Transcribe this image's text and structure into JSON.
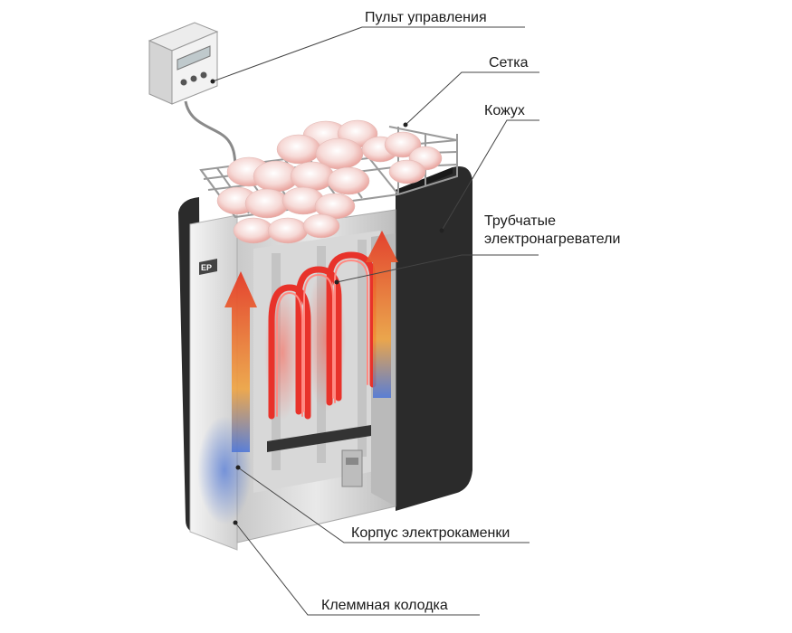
{
  "diagram": {
    "labels": {
      "control_panel": "Пульт управления",
      "grid": "Сетка",
      "casing": "Кожух",
      "heaters_line1": "Трубчатые",
      "heaters_line2": "электронагреватели",
      "body": "Корпус электрокаменки",
      "terminal_block": "Клеммная колодка"
    },
    "brand_mark": "EP",
    "colors": {
      "panel_dark": "#2b2b2b",
      "body_light": "#e8e8e8",
      "heater_red": "#e8322a",
      "hot_arrow": "#e53a26",
      "cool_blue": "#4a74d8",
      "leader_line": "#444444"
    }
  }
}
